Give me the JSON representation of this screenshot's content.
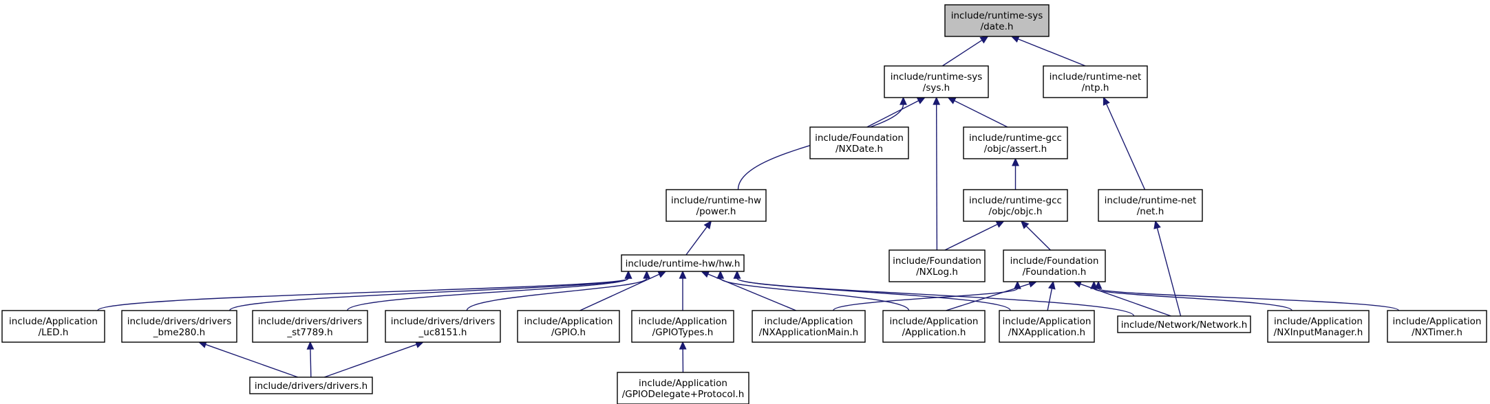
{
  "diagram": {
    "nodes": [
      {
        "id": "date",
        "lines": [
          "include/runtime-sys",
          "/date.h"
        ],
        "root": true
      },
      {
        "id": "sys",
        "lines": [
          "include/runtime-sys",
          "/sys.h"
        ]
      },
      {
        "id": "ntp",
        "lines": [
          "include/runtime-net",
          "/ntp.h"
        ]
      },
      {
        "id": "nxdate",
        "lines": [
          "include/Foundation",
          "/NXDate.h"
        ]
      },
      {
        "id": "assert",
        "lines": [
          "include/runtime-gcc",
          "/objc/assert.h"
        ]
      },
      {
        "id": "power",
        "lines": [
          "include/runtime-hw",
          "/power.h"
        ]
      },
      {
        "id": "objc",
        "lines": [
          "include/runtime-gcc",
          "/objc/objc.h"
        ]
      },
      {
        "id": "net",
        "lines": [
          "include/runtime-net",
          "/net.h"
        ]
      },
      {
        "id": "hw",
        "lines": [
          "include/runtime-hw/hw.h"
        ]
      },
      {
        "id": "nxlog",
        "lines": [
          "include/Foundation",
          "/NXLog.h"
        ]
      },
      {
        "id": "foundation",
        "lines": [
          "include/Foundation",
          "/Foundation.h"
        ]
      },
      {
        "id": "led",
        "lines": [
          "include/Application",
          "/LED.h"
        ]
      },
      {
        "id": "bme",
        "lines": [
          "include/drivers/drivers",
          "_bme280.h"
        ]
      },
      {
        "id": "st",
        "lines": [
          "include/drivers/drivers",
          "_st7789.h"
        ]
      },
      {
        "id": "uc",
        "lines": [
          "include/drivers/drivers",
          "_uc8151.h"
        ]
      },
      {
        "id": "gpio",
        "lines": [
          "include/Application",
          "/GPIO.h"
        ]
      },
      {
        "id": "gpiotypes",
        "lines": [
          "include/Application",
          "/GPIOTypes.h"
        ]
      },
      {
        "id": "appmain",
        "lines": [
          "include/Application",
          "/NXApplicationMain.h"
        ]
      },
      {
        "id": "application",
        "lines": [
          "include/Application",
          "/Application.h"
        ]
      },
      {
        "id": "nxapp",
        "lines": [
          "include/Application",
          "/NXApplication.h"
        ]
      },
      {
        "id": "network",
        "lines": [
          "include/Network/Network.h"
        ]
      },
      {
        "id": "input",
        "lines": [
          "include/Application",
          "/NXInputManager.h"
        ]
      },
      {
        "id": "timer",
        "lines": [
          "include/Application",
          "/NXTimer.h"
        ]
      },
      {
        "id": "drivers",
        "lines": [
          "include/drivers/drivers.h"
        ]
      },
      {
        "id": "delegate",
        "lines": [
          "include/Application",
          "/GPIODelegate+Protocol.h"
        ]
      }
    ],
    "edges": [
      {
        "from": "sys",
        "to": "date"
      },
      {
        "from": "ntp",
        "to": "date"
      },
      {
        "from": "power",
        "to": "sys"
      },
      {
        "from": "nxdate",
        "to": "sys"
      },
      {
        "from": "nxlog",
        "to": "sys"
      },
      {
        "from": "assert",
        "to": "sys"
      },
      {
        "from": "net",
        "to": "ntp"
      },
      {
        "from": "objc",
        "to": "assert"
      },
      {
        "from": "hw",
        "to": "power"
      },
      {
        "from": "nxlog",
        "to": "objc"
      },
      {
        "from": "foundation",
        "to": "objc"
      },
      {
        "from": "network",
        "to": "net"
      },
      {
        "from": "led",
        "to": "hw"
      },
      {
        "from": "bme",
        "to": "hw"
      },
      {
        "from": "st",
        "to": "hw"
      },
      {
        "from": "uc",
        "to": "hw"
      },
      {
        "from": "gpio",
        "to": "hw"
      },
      {
        "from": "gpiotypes",
        "to": "hw"
      },
      {
        "from": "appmain",
        "to": "hw"
      },
      {
        "from": "application",
        "to": "hw"
      },
      {
        "from": "nxapp",
        "to": "hw"
      },
      {
        "from": "network",
        "to": "hw"
      },
      {
        "from": "appmain",
        "to": "foundation"
      },
      {
        "from": "application",
        "to": "foundation"
      },
      {
        "from": "nxapp",
        "to": "foundation"
      },
      {
        "from": "network",
        "to": "foundation"
      },
      {
        "from": "input",
        "to": "foundation"
      },
      {
        "from": "timer",
        "to": "foundation"
      },
      {
        "from": "drivers",
        "to": "bme"
      },
      {
        "from": "drivers",
        "to": "st"
      },
      {
        "from": "drivers",
        "to": "uc"
      },
      {
        "from": "delegate",
        "to": "gpiotypes"
      }
    ]
  },
  "colors": {
    "edge": "#191970",
    "node_border": "#000000",
    "root_fill": "#bfbfbf",
    "node_fill": "#ffffff"
  }
}
